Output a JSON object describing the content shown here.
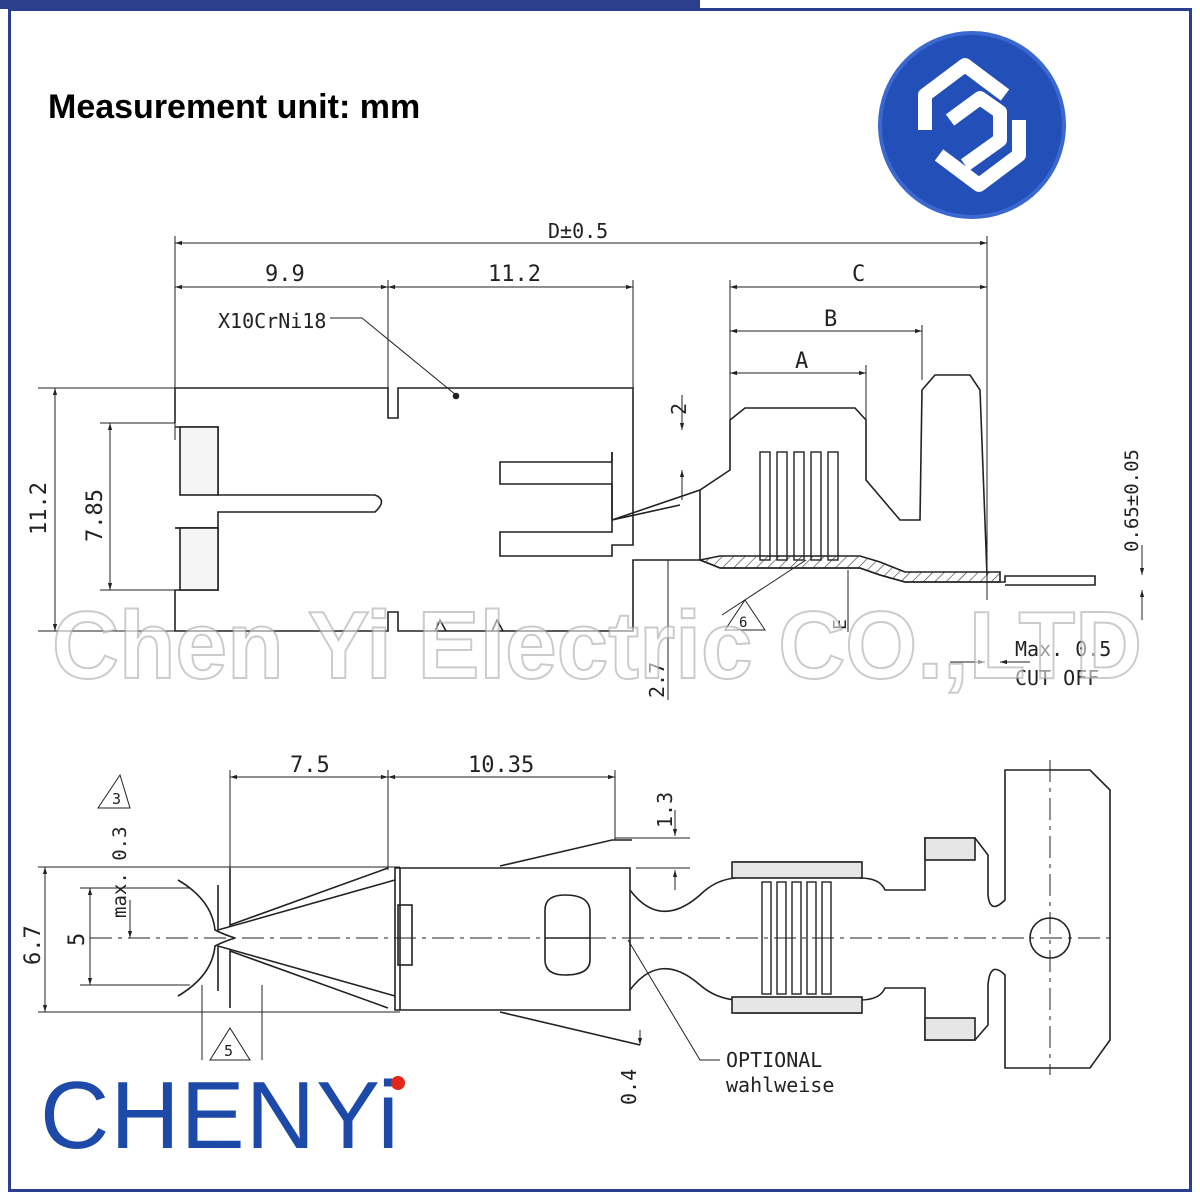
{
  "header": {
    "unit_label": "Measurement unit: mm"
  },
  "logo": {
    "icon": "company-logo-icon",
    "colors": {
      "outer": "#2350b8",
      "inner": "#ffffff"
    }
  },
  "brand": {
    "name": "CHENYi",
    "color": "#1d4aa8",
    "dot_color": "#e0281b"
  },
  "watermark": {
    "text": "Chen Yi Electric CO.,LTD"
  },
  "top_view": {
    "overall_length": "D±0.5",
    "dim_front": "9.9",
    "dim_mid": "11.2",
    "dim_c": "C",
    "dim_b": "B",
    "dim_a": "A",
    "material": "X10CrNi18",
    "height_total": "11.2",
    "height_inner": "7.85",
    "dim_2": "2",
    "thickness": "0.65±0.05",
    "dim_e": "E",
    "dim_27": "2.7",
    "note_6": "6",
    "cutoff_max": "Max. 0.5",
    "cutoff_label": "CUT OFF"
  },
  "bottom_view": {
    "dim_75": "7.5",
    "dim_1035": "10.35",
    "dim_13": "1.3",
    "max_03": "max. 0.3",
    "note_3": "3",
    "height_67": "6.7",
    "height_5": "5",
    "note_5": "5",
    "dim_04": "0.4",
    "optional": "OPTIONAL",
    "wahlweise": "wahlweise"
  }
}
